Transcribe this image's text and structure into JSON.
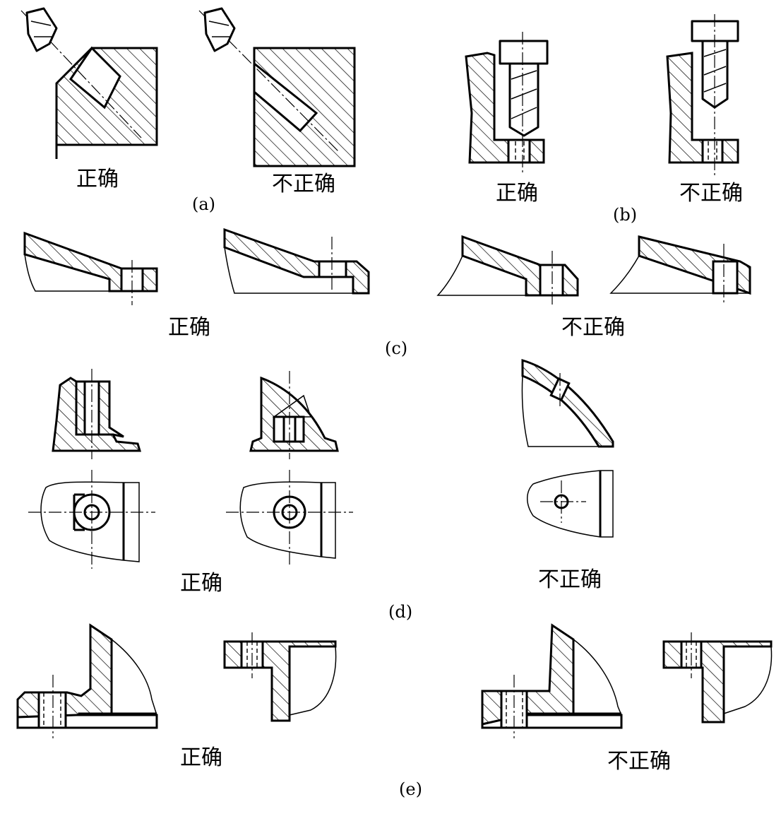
{
  "labels": {
    "correct": "正确",
    "incorrect": "不正确"
  },
  "captions": {
    "a": "(a)",
    "b": "(b)",
    "c": "(c)",
    "d": "(d)",
    "e": "(e)"
  }
}
